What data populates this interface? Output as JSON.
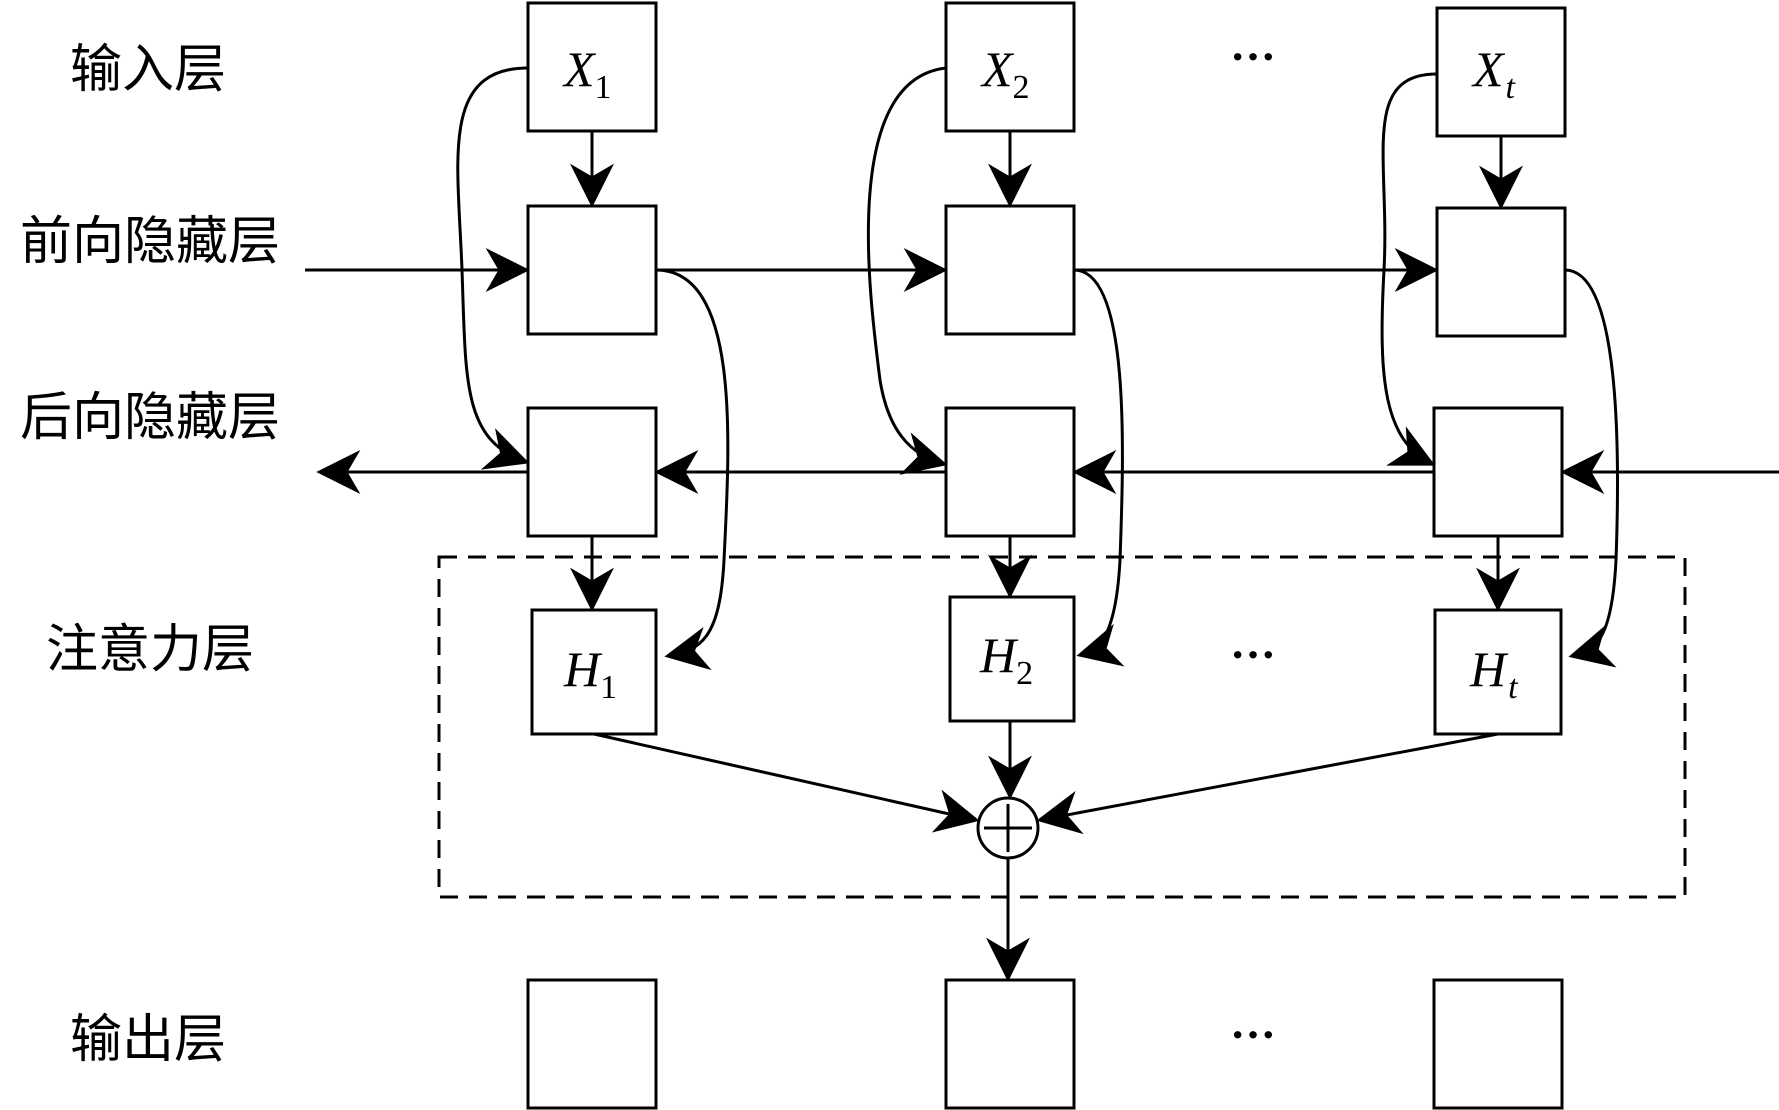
{
  "layers": {
    "input": "输入层",
    "forward_hidden": "前向隐藏层",
    "backward_hidden": "后向隐藏层",
    "attention": "注意力层",
    "output": "输出层"
  },
  "inputs": [
    {
      "main": "X",
      "sub": "1"
    },
    {
      "main": "X",
      "sub": "2"
    },
    {
      "main": "X",
      "sub": "t"
    }
  ],
  "hidden_states": [
    {
      "main": "H",
      "sub": "1"
    },
    {
      "main": "H",
      "sub": "2"
    },
    {
      "main": "H",
      "sub": "t"
    }
  ],
  "ellipsis": "···",
  "sum_symbol": "+"
}
